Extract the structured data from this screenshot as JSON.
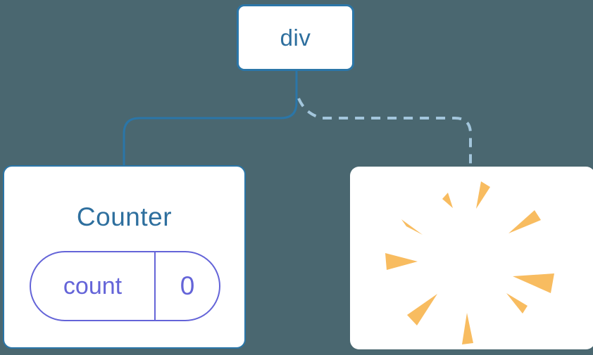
{
  "diagram": {
    "description": "component tree",
    "root": {
      "label": "div"
    },
    "counter": {
      "title": "Counter",
      "state": {
        "key": "count",
        "value": "0"
      }
    },
    "removed_node": {
      "icon": "poof-starburst"
    }
  },
  "colors": {
    "background": "#4a6770",
    "card": "#ffffff",
    "line": "#2b76a8",
    "line_dashed": "#a3c6dc",
    "text_blue": "#2e6f9e",
    "state_purple": "#6464d8",
    "poof_orange": "#f8bc60"
  }
}
